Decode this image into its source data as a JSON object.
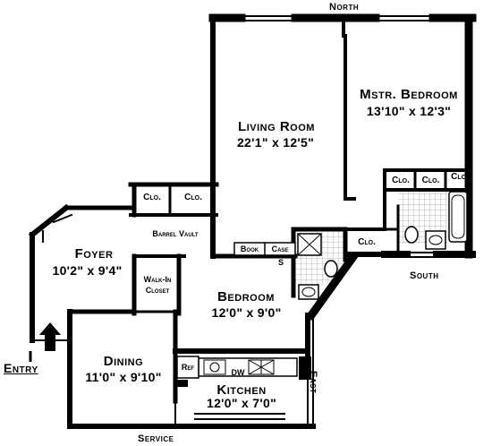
{
  "compass": {
    "north": "North",
    "south": "South",
    "east": "East"
  },
  "entry_label": "Entry",
  "service_label": "Service",
  "rooms": {
    "living_room": {
      "name": "Living Room",
      "dims": "22'1\"  x  12'5\""
    },
    "master_bedroom": {
      "name": "Mstr. Bedroom",
      "dims": "13'10\"  x  12'3\""
    },
    "foyer": {
      "name": "Foyer",
      "dims": "10'2\"  x  9'4\""
    },
    "bedroom": {
      "name": "Bedroom",
      "dims": "12'0\"  x  9'0\""
    },
    "dining": {
      "name": "Dining",
      "dims": "11'0\"  x  9'10\""
    },
    "kitchen": {
      "name": "Kitchen",
      "dims": "12'0\"  x  7'0\""
    }
  },
  "labels": {
    "closet": "Clo.",
    "barrel_vault": "Barrel Vault",
    "book": "Book",
    "case": "Case",
    "shower_s": "S",
    "walk_in": "Walk-In",
    "closet_word": "Closet",
    "ref": "Ref",
    "dw": "DW"
  },
  "colors": {
    "wall": "#000000",
    "tile": "#b9b9b9",
    "background": "#ffffff"
  }
}
